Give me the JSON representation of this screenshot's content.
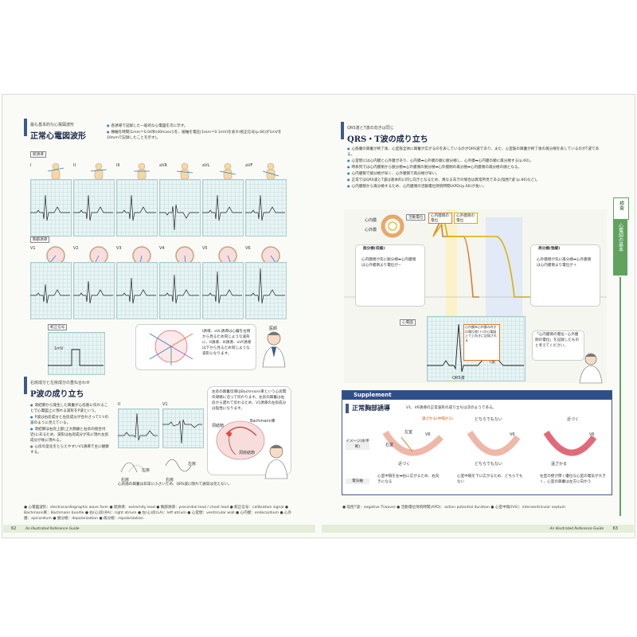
{
  "left_page": {
    "sec1": {
      "subtitle": "最も基本的な心電図波形",
      "title": "正常心電図波形",
      "bullets": [
        "各誘導で記録した一般的な心電図を次に示す。",
        "横軸を時間(1mm＝0.04秒(40msec))を、縦軸を電圧(1mm＝0.1mV)を表す(較正信号(p.66)が1mVを10mmで記録したことを示す)。"
      ],
      "limb_label": "肢誘導",
      "limb_leads": [
        "I",
        "II",
        "III",
        "aVR",
        "aVL",
        "aVF"
      ],
      "chest_label": "胸部誘導",
      "chest_leads": [
        "V1",
        "V2",
        "V3",
        "V4",
        "V5",
        "V6"
      ],
      "calib_label": "較正信号",
      "calib_value": "1mV",
      "note_label": "医師",
      "note_text": "I誘導、aVL誘導は心臓を左側から見るため同じような波形に、II誘導、III誘導、aVF誘導は下から見るため同じような波形になります。"
    },
    "sec2": {
      "subtitle": "右房成分と左房成分の重ね合わせ",
      "title": "P波の成り立ち",
      "bullets": [
        "洞結節から発生した興奮が心房筋に伝わることで心電図上に現れる波形をP波という。",
        "P波は右房成分と左房成分が合わさって1つの波のように見えている。",
        "洞結節は右房上部(上大静脈と右房の接合付近)にあるため、波形は右房成分が先に現れ左房成分が後に現れる。",
        "心房の変化をとらえやすいV1誘導で主に観察する。"
      ],
      "lead_ii": "II",
      "lead_v1": "V1",
      "right_atrium": "右房",
      "left_atrium": "左房",
      "caption": "心房筋の興奮は非常に小さいため、QRS波に隠れて通常は見えない。",
      "bubble": "左房の興奮伝導はBachmann束という心房間伝導路に沿って伝わります。左房の興奮は右房から遅れて伝わるため、V1誘導の左房成分は陰性になります。",
      "bachmann": "Bachmann束",
      "sinus_node": "洞結節",
      "sinus_node2": "洞房結節"
    },
    "footer": "● 心電図波形：electrocardiographic wave form ● 肢誘導：extremity lead ● 胸部誘導：precordial lead / chest lead ● 較正信号：calibration signal ● Bachmann束：Bachmann bundle ● 右(心)房(RA)：right atrium ● 左(心)房(LA)：left atrium ● 心室壁：ventricular wall ● 心内膜：endocardium ● 心外膜：epicardium ● 脱分極：depolarization ● 再分極：repolarization",
    "page_number": "62",
    "guide": "An Illustrated Reference Guide"
  },
  "right_page": {
    "sec": {
      "subtitle": "QRS波とT波の向きは同じ",
      "title": "QRS・T波の成り立ち",
      "bullets": [
        "心筋層の興奮が終了後、心室筋全体に興奮が広がるのを表しているのがQRS波であり、また、心室筋の興奮が終了後の再分極を表しているのがT波である。",
        "心室壁には心内膜と心外膜があり、心内膜➡心外膜の順に脱分極し、心外膜➡心内膜の順に再分極する(p.60)。",
        "時系列では心内膜側から脱分極➡心外膜側の脱分極➡心外膜側の再分極➡心内膜側の再分極の順となる。",
        "心内膜側で脱分極が早く、心外膜側で再分極が早い。",
        "正常ではQRS波とT波は基本的に同じ向きとなるため、異なる向きの場合は異常所見である(陰性T波 (p.86)など)。",
        "心内膜側から再分極するため、心内膜側の活動電位持続時間(APD)(p.66)が長い。"
      ],
      "label_membrane_potential": "活動電位",
      "label_endo_potential": "心内膜側の電位",
      "label_epi_potential": "心外膜側の電位",
      "label_endo": "心内膜",
      "label_epi": "心外膜",
      "box_depol_title": "脱分極(収縮)",
      "box_depol_text": "心内膜側が先に脱分極➡心内膜側は心外膜側より電位が−",
      "box_repol_title": "再分極(弛緩)",
      "box_repol_text": "心外膜側が先に再分極➡心外膜側は心内膜側より電位が＋",
      "ecg_label": "心電図",
      "qrs_label": "QRS波",
      "t_label": "T波",
      "note_inline": "心内膜➡心外膜の向きの電位差(＋)が心電図上で上向きに記録される",
      "doctor_note": "「心内膜側の電位−心外膜側の電位」を記録したものと考えてください。"
    },
    "sidebar": {
      "tab1": "検査",
      "tab2": "心電図の基本"
    },
    "supplement": {
      "header": "Supplement",
      "title": "正常胸部誘導",
      "intro": "V1、V6誘導の正常波形の成り立ちは次のようである。",
      "row1_label": "イメージ(水平断)",
      "row2_label": "電気軸",
      "col1_top": "遠ざかる(中隔から)",
      "col1_left": "左室",
      "col1_right": "右室",
      "col1_v": "V6",
      "col1_bottom": "近づく",
      "col1_caption": "心室中隔を左➡右に広がるため、右向きになる",
      "col2_top": "どちらでもない",
      "col2_v": "V6",
      "col2_bottom": "どちらでもない",
      "col2_caption": "心室中隔を下に広がるため、どちらでもない",
      "col3_top": "近づく",
      "col3_v": "V6",
      "col3_bottom": "遠ざかる",
      "col3_caption": "左室の壁が厚く優位な心室の電気が大きく、心室の興奮は左方に向かう"
    },
    "footer": "● 陰性T波：negative T(wave) ● 活動電位持続時間(APD)：action potential duration ● 心室中隔(IVS)：interventricular septum",
    "page_number": "63",
    "guide": "An Illustrated Reference Guide"
  },
  "colors": {
    "accent_green": "#5fa35f",
    "heading_navy": "#2f4f8a",
    "grid_teal": "#bfdede"
  }
}
